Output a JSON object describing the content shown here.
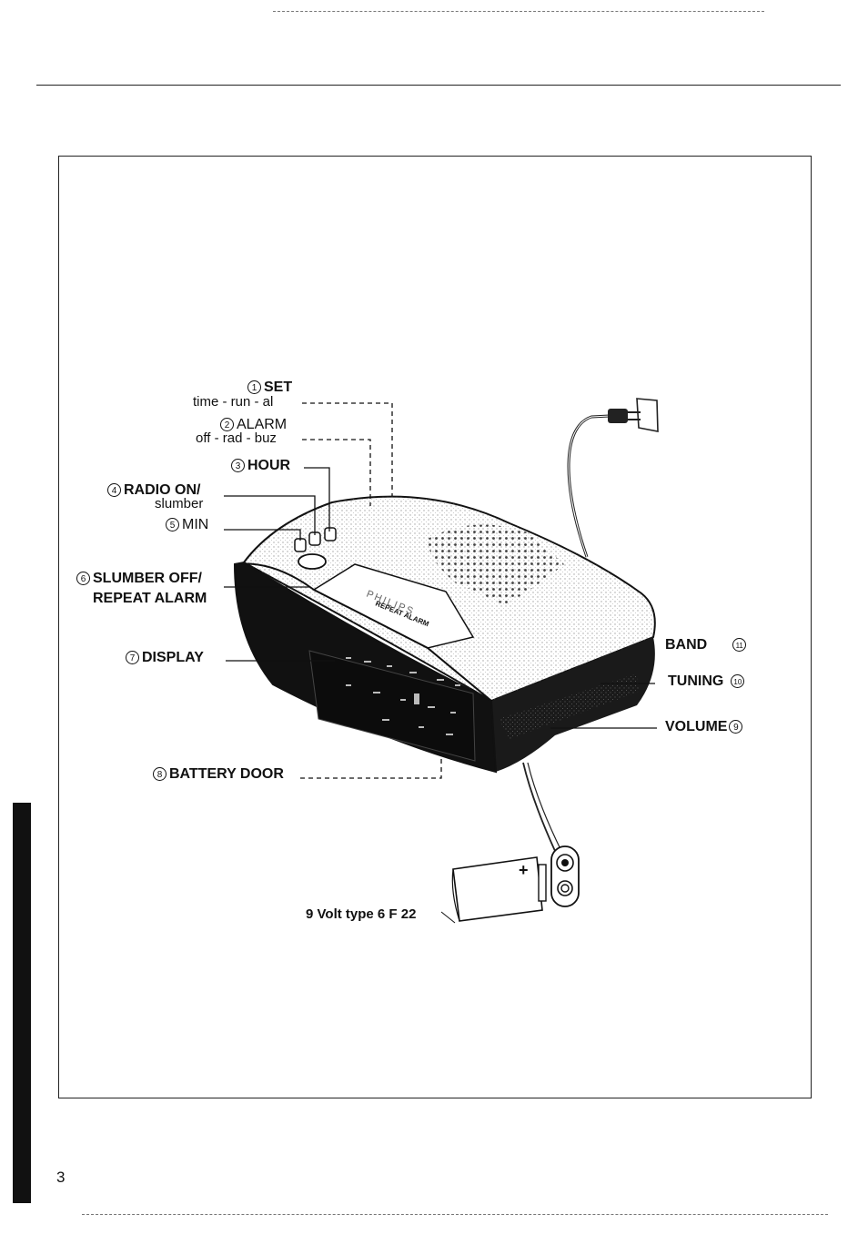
{
  "labels": {
    "set": {
      "num": "1",
      "title": "SET",
      "sub": "time - run - al"
    },
    "alarm": {
      "num": "2",
      "title": "ALARM",
      "sub": "off - rad - buz"
    },
    "hour": {
      "num": "3",
      "title": "HOUR"
    },
    "radio": {
      "num": "4",
      "title": "RADIO ON/",
      "sub": "slumber"
    },
    "min": {
      "num": "5",
      "title": "MIN"
    },
    "slumber": {
      "num": "6",
      "title": "SLUMBER OFF/",
      "sub": "REPEAT ALARM"
    },
    "display": {
      "num": "7",
      "title": "DISPLAY"
    },
    "battery_door": {
      "num": "8",
      "title": "BATTERY DOOR"
    },
    "volume": {
      "num": "9",
      "title": "VOLUME"
    },
    "tuning": {
      "num": "10",
      "title": "TUNING"
    },
    "band": {
      "num": "11",
      "title": "BAND"
    }
  },
  "device": {
    "brand": "PHILIPS",
    "repeat_alarm_text": "REPEAT ALARM"
  },
  "battery": {
    "caption": "9 Volt type 6 F 22",
    "polarity": "+"
  },
  "page_number": "3"
}
